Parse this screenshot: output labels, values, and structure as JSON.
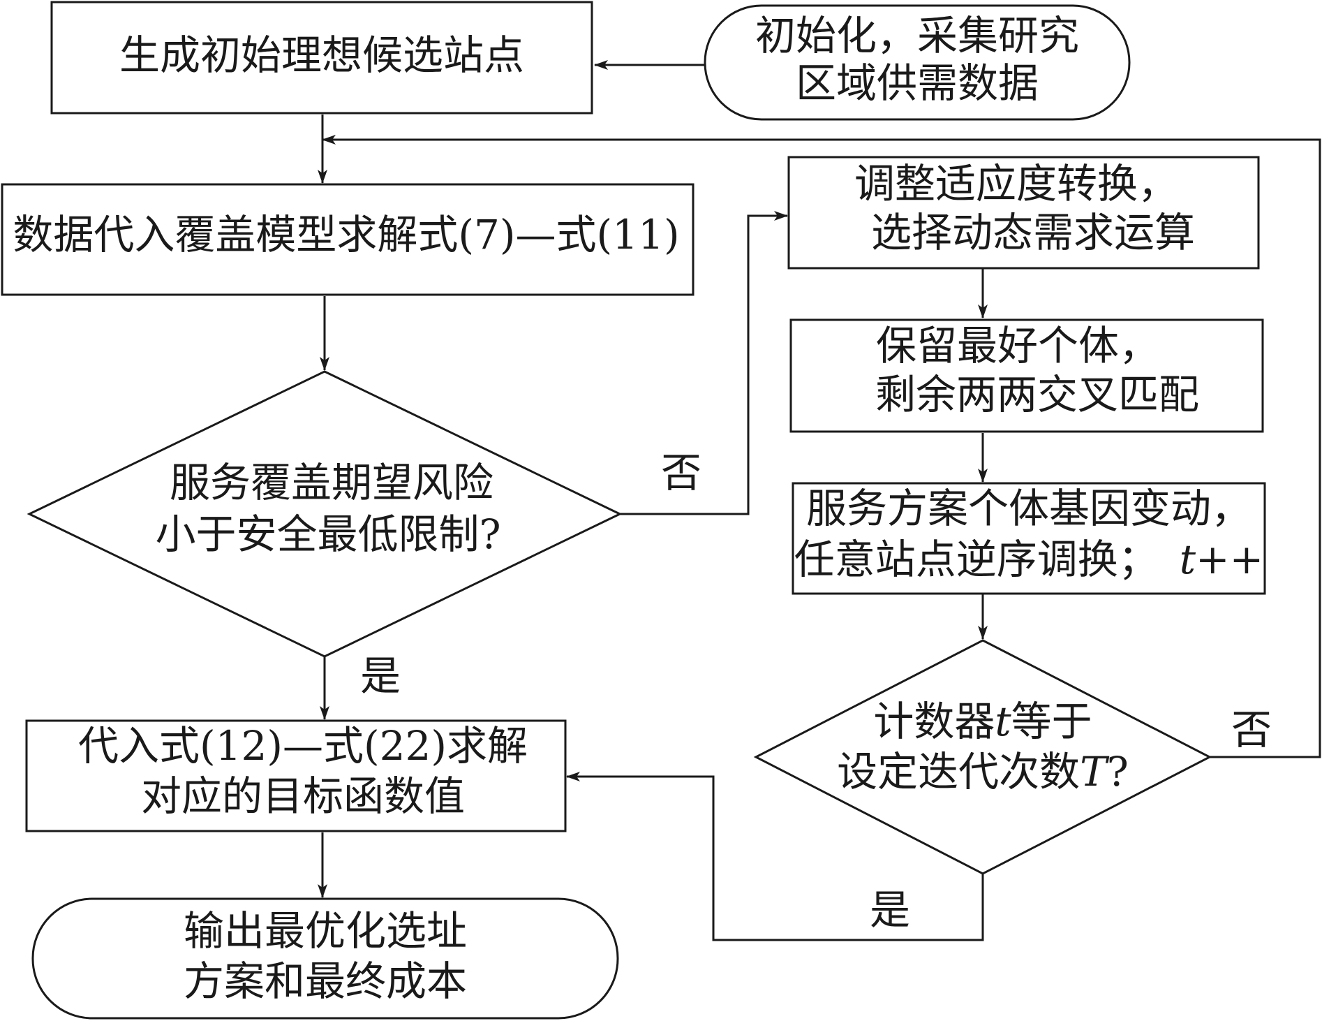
{
  "nodes": {
    "generate": "生成初始理想候选站点",
    "init": [
      "初始化，采集研究",
      "区域供需数据"
    ],
    "solve_cover": "数据代入覆盖模型求解式(7)—式(11)",
    "decision_risk": [
      "服务覆盖期望风险",
      "小于安全最低限制?"
    ],
    "adjust": [
      "调整适应度转换，",
      "选择动态需求运算"
    ],
    "keep_best": [
      "保留最好个体，",
      "剩余两两交叉匹配"
    ],
    "mutate": {
      "line1": "服务方案个体基因变动，",
      "line2_prefix": "任意站点逆序调换；",
      "line2_var": "t++"
    },
    "decision_counter": {
      "line1_prefix": "计数器",
      "line1_var": "t",
      "line1_suffix": "等于",
      "line2_prefix": "设定迭代次数",
      "line2_var": "T",
      "line2_suffix": "?"
    },
    "objective": [
      "代入式(12)—式(22)求解",
      "对应的目标函数值"
    ],
    "output": [
      "输出最优化选址",
      "方案和最终成本"
    ]
  },
  "labels": {
    "risk_no": "否",
    "risk_yes": "是",
    "counter_no": "否",
    "counter_yes": "是"
  }
}
